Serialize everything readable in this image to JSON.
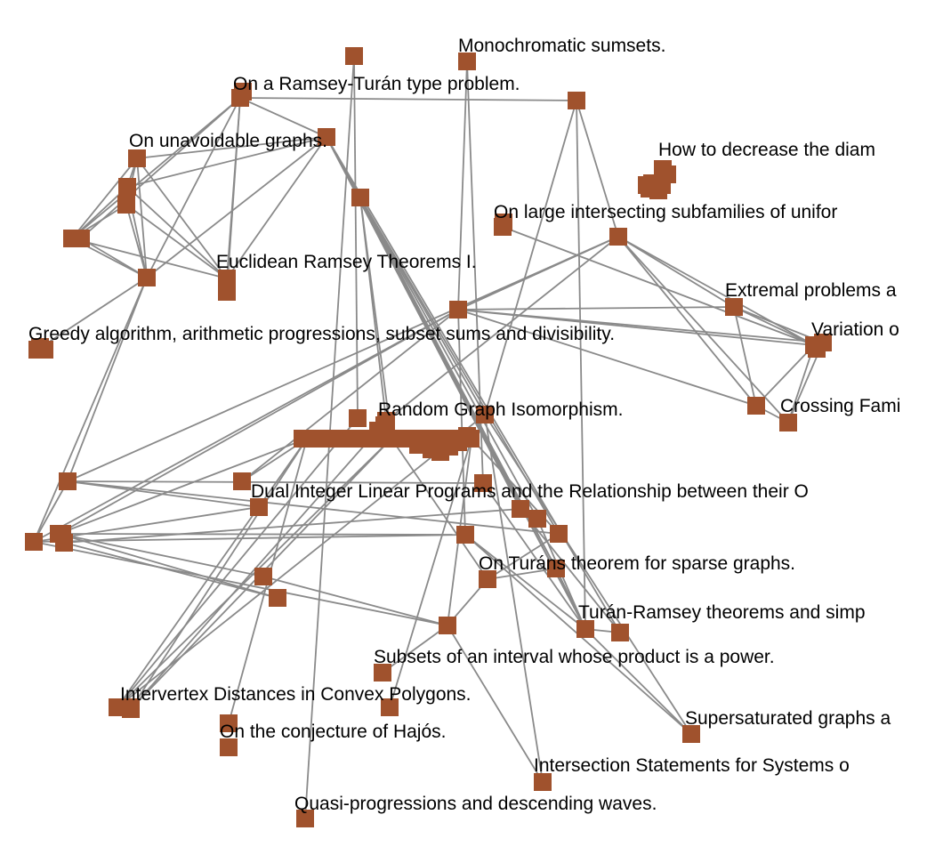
{
  "colors": {
    "node": "#a0522d",
    "edge": "#8a8a8a",
    "label": "#000000",
    "background": "#ffffff"
  },
  "labels": {
    "monochromatic": "Monochromatic sumsets.",
    "ramsey_turan": "On a Ramsey-Turán type problem.",
    "unavoidable": "On unavoidable graphs.",
    "diameter": "How to decrease the diam",
    "intersecting": "On large intersecting subfamilies of unifor",
    "euclidean": "Euclidean Ramsey Theorems I.",
    "extremal": "Extremal problems a",
    "variation": "Variation o",
    "greedy": "Greedy algorithm, arithmetic progressions, subset sums and divisibility.",
    "random_iso": "Random Graph Isomorphism.",
    "crossing": "Crossing Fami",
    "dual_ilp": "Dual Integer Linear Programs and the Relationship between their O",
    "turans_sparse": "On Turáns theorem for sparse graphs.",
    "turan_ramsey": "Turán-Ramsey theorems and simp",
    "subsets_interval": "Subsets of an interval whose product is a power.",
    "intervertex": "Intervertex Distances in Convex Polygons.",
    "supersaturated": "Supersaturated graphs a",
    "hajos": "On the conjecture of Hajós.",
    "intersection_statements": "Intersection Statements for Systems o",
    "quasi": "Quasi-progressions and descending waves."
  }
}
